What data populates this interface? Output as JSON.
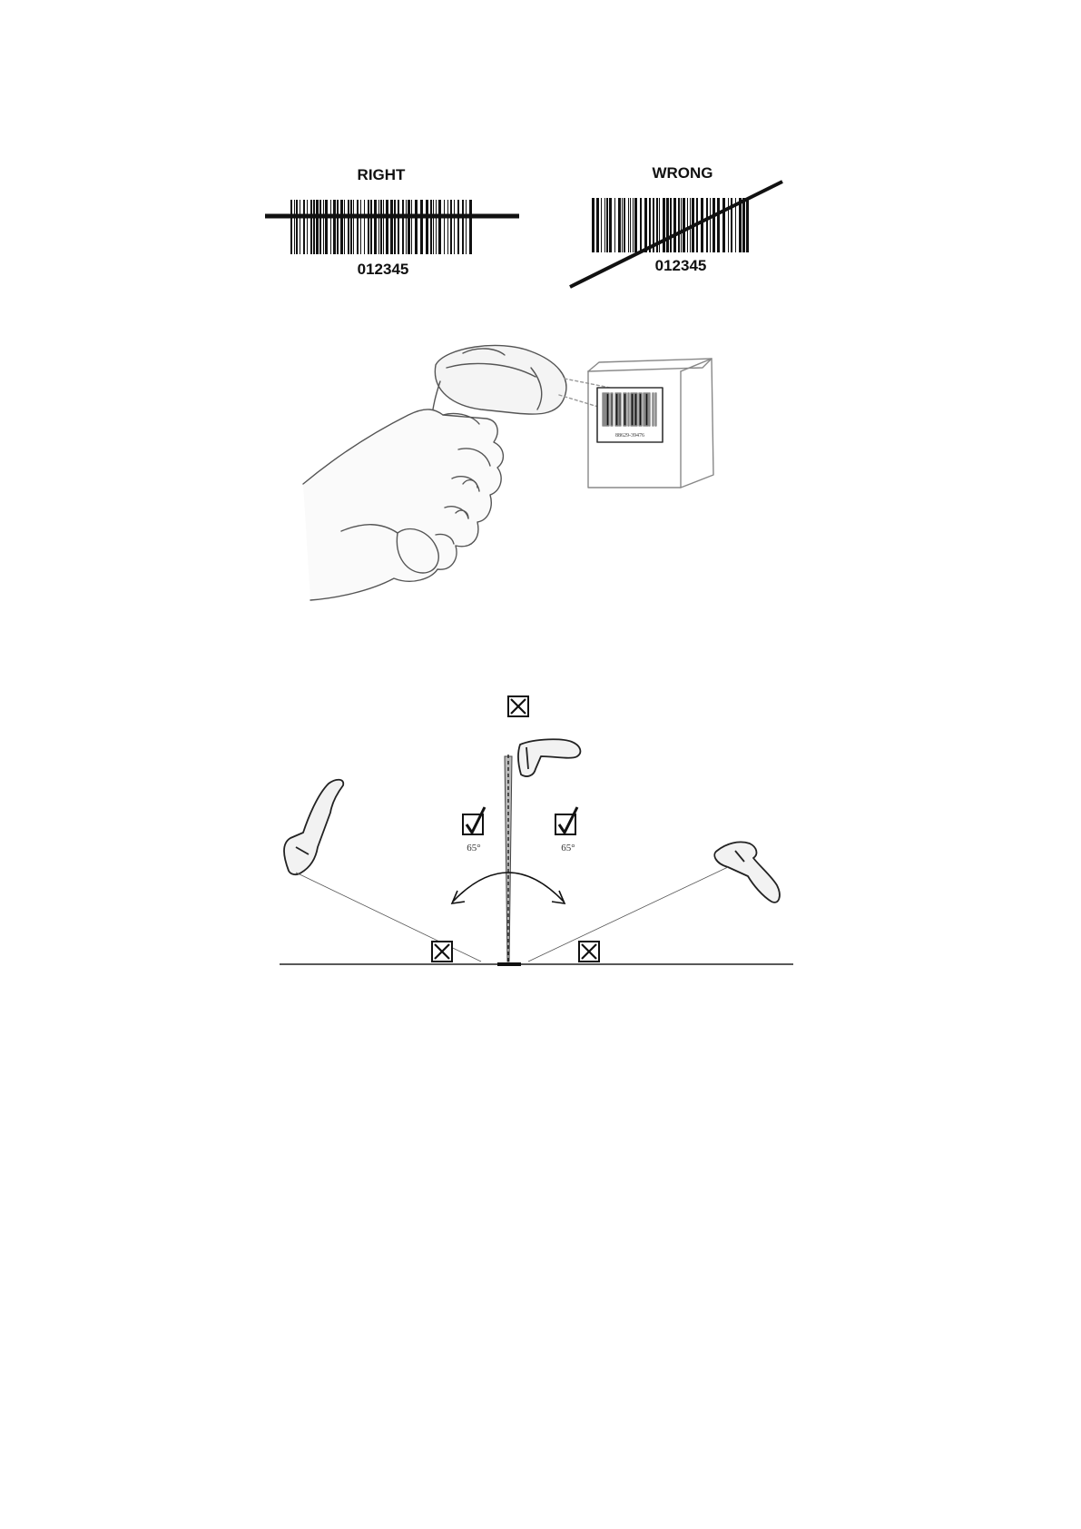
{
  "barcode_right": {
    "label": "RIGHT",
    "number": "012345"
  },
  "barcode_wrong": {
    "label": "WRONG",
    "number": "012345"
  },
  "scanning_illustration": {
    "subject": "hand holding barcode scanner aimed at barcode on box",
    "box_barcode_number": "88629-39476"
  },
  "angle_diagram": {
    "left_angle": "65°",
    "right_angle": "65°",
    "icons": [
      "scanner-icon",
      "checkbox-checked-icon",
      "checkbox-crossed-icon"
    ]
  }
}
